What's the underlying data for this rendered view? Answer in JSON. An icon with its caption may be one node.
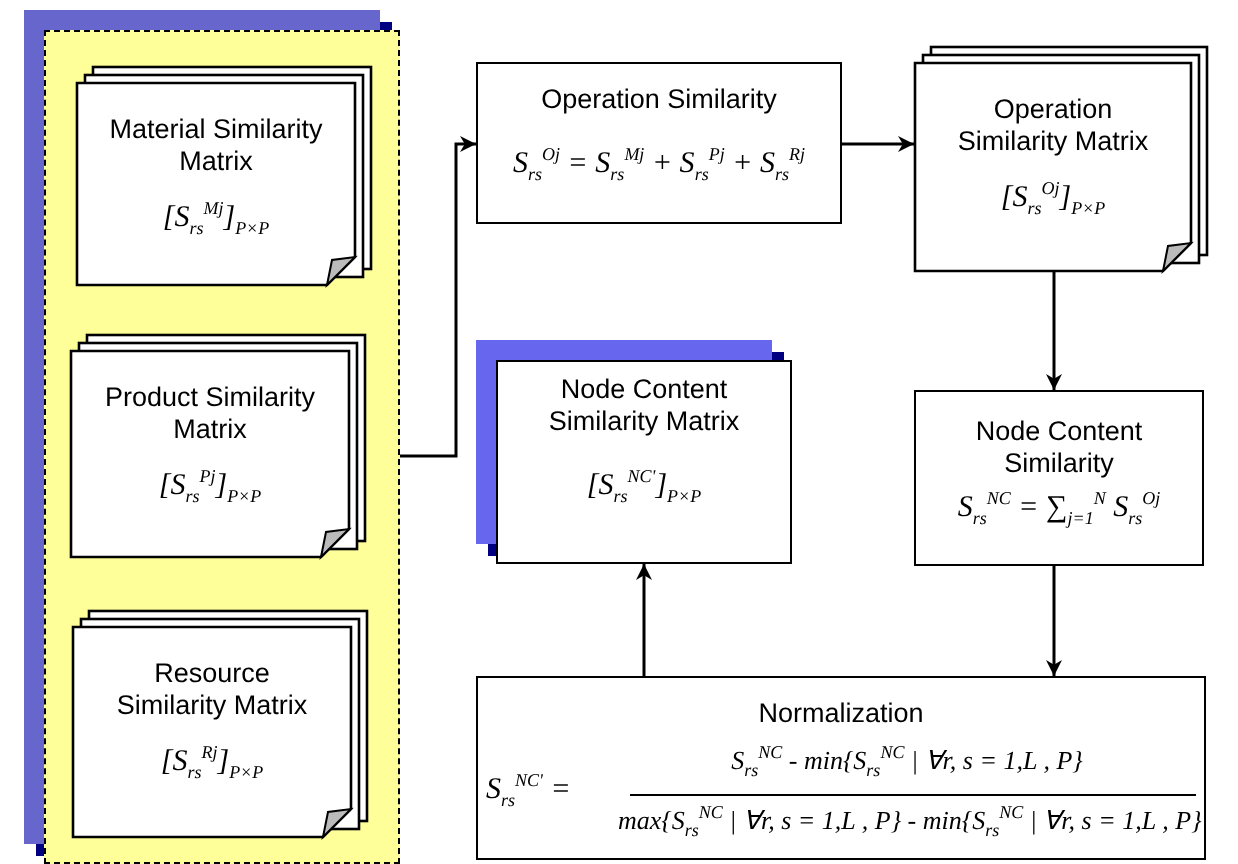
{
  "diagram": {
    "nodes": [
      {
        "text": [],
        "shape": "box"
      },
      {
        "text": [
          "Material Similarity Matrix",
          "[S$_{rs}$$^{Mj}$]$_{P×P}$"
        ],
        "in": 0
      },
      {
        "text": [
          "Product Similarity Matrix",
          "[S$_{rs}$$^{Pj}$]$_{P×P}$"
        ],
        "in": 0
      },
      {
        "text": [
          "Resource Similarity Matrix",
          "[S$_{rs}$$^{Rj}$]$_{P×P}$"
        ],
        "in": 0
      },
      {
        "text": [
          "Operation Similarity",
          "S$_{rs}$$^{Oj}$ = S$_{rs}$$^{Mj}$ + S$_{rs}$$^{Pj}$ + S$_{rs}$$^{Rj}$"
        ]
      },
      {
        "text": [
          "Operation Similarity Matrix",
          "[S$_{rs}$$^{Oj}$]$_{P×P}$"
        ]
      },
      {
        "text": [
          "Node Content Similarity",
          "S$_{rs}$$^{NC}$ = ∑$_{j=1}$$^{N}$ S$_{rs}$$^{Oj}$"
        ]
      },
      {
        "text": [
          "Normalization",
          "S$_{rs}$$^{NC'}$ =",
          "S$_{rs}$$^{NC}$ - min{S$_{rs}$$^{NC}$ | ∀r, s = 1,L , P}",
          "max{S$_{rs}$$^{NC}$ | ∀r, s = 1,L , P} - min{S$_{rs}$$^{NC}$ | ∀r, s = 1,L , P}"
        ]
      },
      {
        "text": [
          "Node Content Similarity Matrix",
          "[S$_{rs}$$^{NC'}$]$_{P×P}$"
        ]
      }
    ],
    "edges": [
      {
        "from": 0,
        "to": 4,
        "arrow": "to"
      },
      {
        "from": 4,
        "to": 5,
        "arrow": "to"
      },
      {
        "from": 5,
        "to": 6,
        "arrow": "to"
      },
      {
        "from": 6,
        "to": 7,
        "arrow": "to"
      },
      {
        "from": 7,
        "to": 8,
        "arrow": "to"
      }
    ]
  }
}
